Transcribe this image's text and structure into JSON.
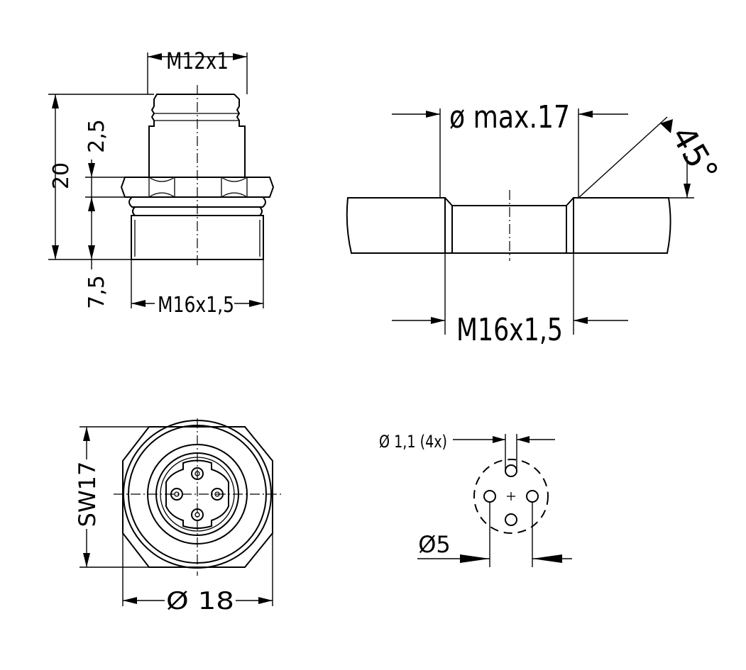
{
  "labels": {
    "thread_top": "M12x1",
    "height_total": "20",
    "height_top": "2,5",
    "height_bottom": "7,5",
    "thread_bottom": "M16x1,5",
    "hole_max": "ø max.17",
    "chamfer_angle": "45°",
    "panel_thread": "M16x1,5",
    "wrench_size": "SW17",
    "diameter_outer": "Ø 18",
    "pin_diameter": "Ø 1,1 (4x)",
    "pin_circle": "Ø5"
  }
}
